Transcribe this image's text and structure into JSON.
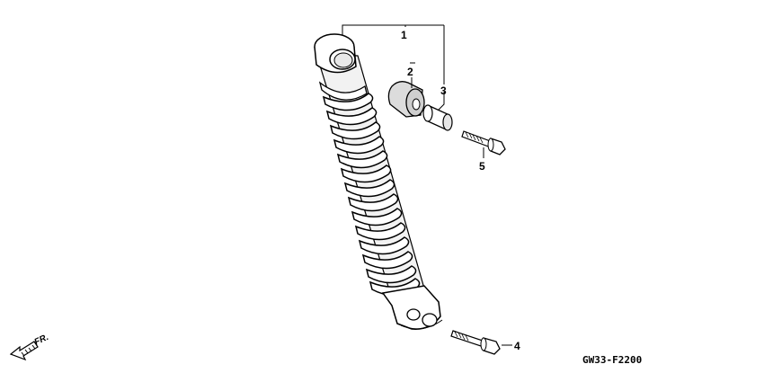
{
  "callouts": {
    "part_1": "1",
    "part_2": "2",
    "part_3": "3",
    "part_4": "4",
    "part_5": "5"
  },
  "direction_label": "FR.",
  "drawing_code": "GW33-F2200"
}
